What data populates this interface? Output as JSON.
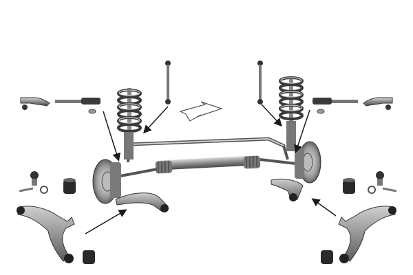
{
  "diagram": {
    "background": "#ffffff",
    "colors": {
      "metal": "#6f6f6f",
      "metal_dark": "#2e2e2e",
      "metal_light": "#bdbdbd",
      "rubber": "#1e1e1e",
      "arrow": "#1a1a1a"
    },
    "parts": [
      "tie-rod-end-left",
      "tie-rod-inner-left",
      "coil-spring-left",
      "stabilizer-link-left",
      "steering-rack",
      "stabilizer-bar",
      "brake-disc-left",
      "brake-disc-right",
      "lower-control-arm-left",
      "lower-control-arm-right",
      "ball-joint-left",
      "ball-joint-right",
      "arm-bushing-left",
      "arm-bushing-right",
      "coil-spring-right",
      "stabilizer-link-right",
      "tie-rod-inner-right",
      "tie-rod-end-right",
      "direction-arrow"
    ]
  }
}
